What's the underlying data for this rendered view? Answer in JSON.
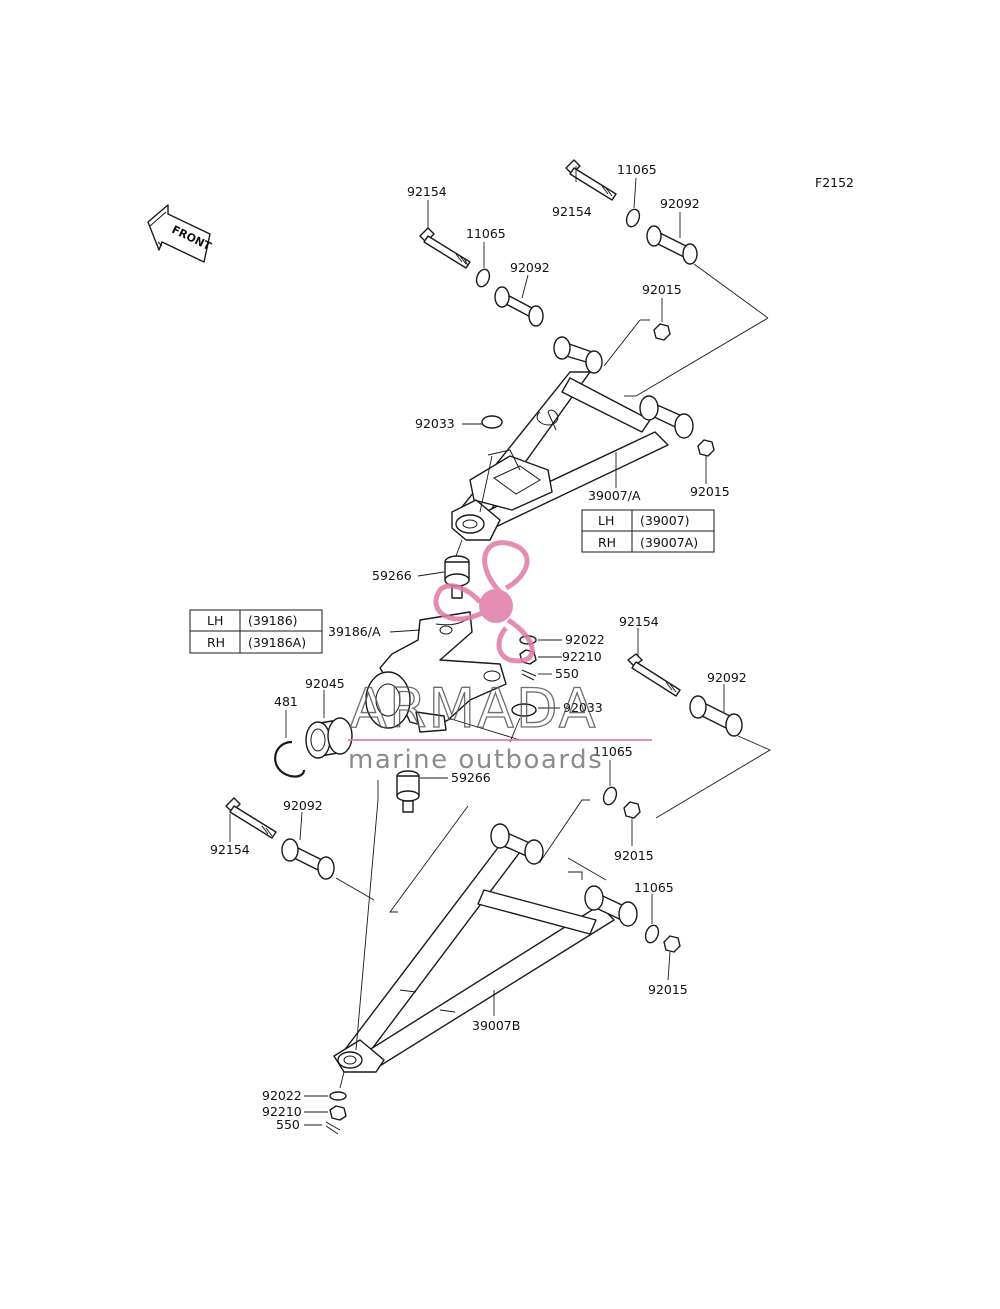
{
  "figure_code": "F2152",
  "front_label": "FRONT",
  "callouts": {
    "upper_bolt_left": "92154",
    "upper_washer_left": "11065",
    "upper_bush_left": "92092",
    "upper_bolt_right": "92154",
    "upper_washer_right": "11065",
    "upper_bush_right": "92092",
    "upper_nut_top": "92015",
    "upper_nut_right": "92015",
    "upper_clip": "92033",
    "upper_arm": "39007/A",
    "upper_balljoint": "59266",
    "knuckle": "39186/A",
    "knuckle_washer": "92022",
    "knuckle_nut": "92210",
    "knuckle_pin": "550",
    "mid_clip": "92033",
    "circlip": "481",
    "bearing": "92045",
    "lower_balljoint": "59266",
    "lower_bolt_right": "92154",
    "lower_bush_right": "92092",
    "lower_washer_mid": "11065",
    "lower_nut_mid": "92015",
    "lower_bolt_left": "92154",
    "lower_bush_left": "92092",
    "lower_washer_right": "11065",
    "lower_nut_right": "92015",
    "lower_arm": "39007B",
    "bottom_washer": "92022",
    "bottom_nut": "92210",
    "bottom_pin": "550"
  },
  "tables": {
    "arm": {
      "rows": [
        {
          "side": "LH",
          "part": "(39007)"
        },
        {
          "side": "RH",
          "part": "(39007A)"
        }
      ]
    },
    "knuckle": {
      "rows": [
        {
          "side": "LH",
          "part": "(39186)"
        },
        {
          "side": "RH",
          "part": "(39186A)"
        }
      ]
    }
  },
  "watermark": {
    "brand": "ARMADA",
    "tagline": "marine outboards",
    "color": "#e07aa6"
  }
}
